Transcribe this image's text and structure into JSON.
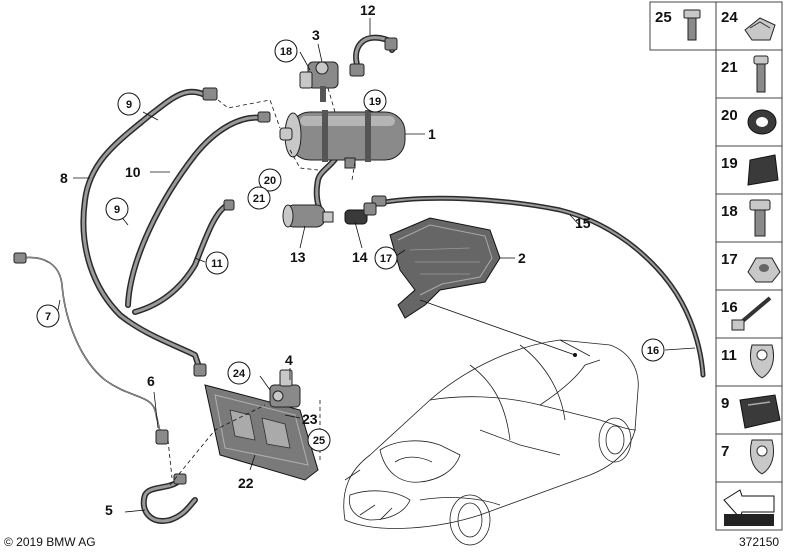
{
  "labels": {
    "n1": "1",
    "n2": "2",
    "n3": "3",
    "n4": "4",
    "n5": "5",
    "n6": "6",
    "n7": "7",
    "n8": "8",
    "n9a": "9",
    "n9b": "9",
    "n10": "10",
    "n11": "11",
    "n12": "12",
    "n13": "13",
    "n14": "14",
    "n15": "15",
    "n16": "16",
    "n17": "17",
    "n18": "18",
    "n19": "19",
    "n20": "20",
    "n21": "21",
    "n22": "22",
    "n23": "23",
    "n24": "24",
    "n25": "25"
  },
  "sidebar": {
    "items": [
      "25",
      "24",
      "21",
      "20",
      "19",
      "18",
      "17",
      "16",
      "11",
      "9",
      "7"
    ]
  },
  "footer": {
    "copyright": "© 2019 BMW AG",
    "diagram_number": "372150"
  }
}
